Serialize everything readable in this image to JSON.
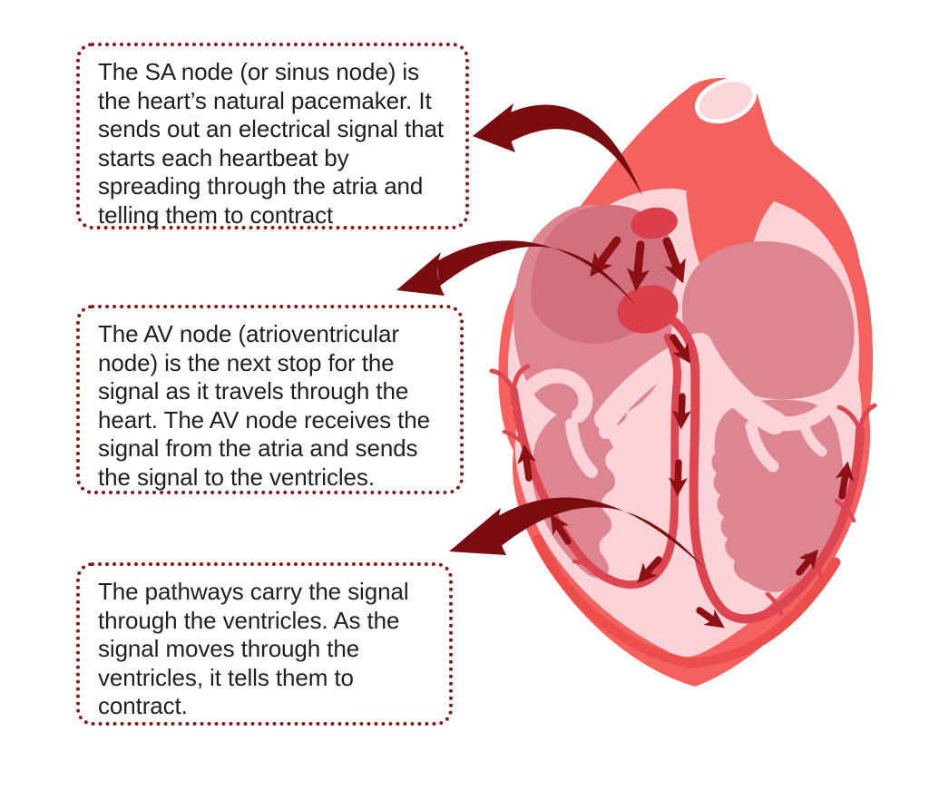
{
  "callouts": {
    "sa_node": {
      "text": "The SA node (or sinus node) is the heart’s natural pacemaker. It sends out an electrical signal that starts each heartbeat by spreading through the atria and telling them to contract"
    },
    "av_node": {
      "text": "The AV node (atrioventricular node) is the next stop for the signal as it travels through the heart. The AV node receives the signal from the atria and sends the signal to the ventricles."
    },
    "pathways": {
      "text": "The pathways carry the signal through the ventricles. As the signal moves through the ventricles, it tells them to contract."
    }
  },
  "palette": {
    "background": "#FFFFFF",
    "heart_body": "#F4615E",
    "heart_inner_wall": "#FBD3D6",
    "chamber": "#DD8591",
    "atrium_dome": "#D2707E",
    "node": "#DC3F4C",
    "conduction_pathway": "#DD4550",
    "bottom_rim": "#EC4E4B",
    "signal_arrow": "#8D1014",
    "callout_arrow": "#7A0B0F",
    "callout_border": "#8B1717",
    "callout_text": "#1F1F1F",
    "vessel_opening": "#FBD7DA",
    "vessel_opening_ring": "#FFFFFF"
  }
}
